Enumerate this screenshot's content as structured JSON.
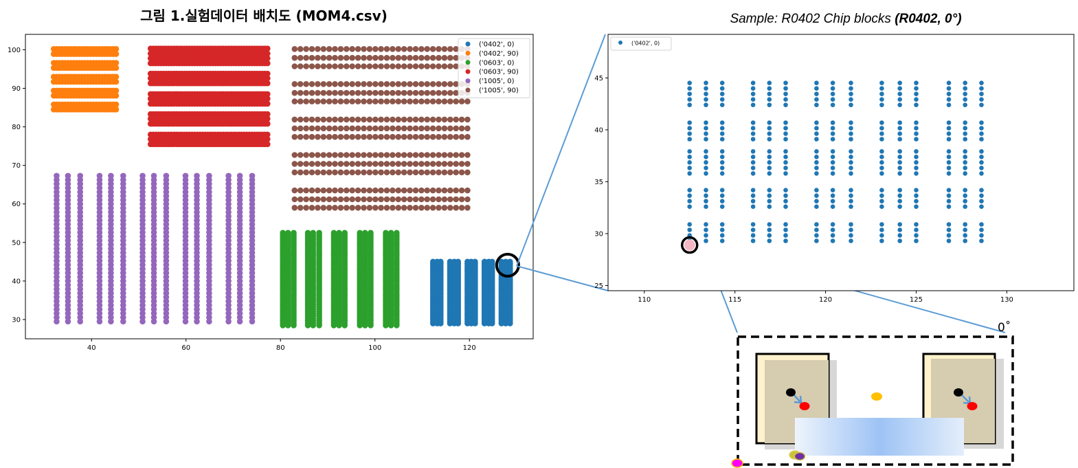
{
  "main_title": "그림 1.실험데이터 배치도 (MOM4.csv)",
  "sample_title": {
    "prefix": "Sample: R0402 Chip blocks ",
    "bold": "(R0402, 0°)"
  },
  "degree_label": "0˚",
  "colors": {
    "c0402_0": "#1f77b4",
    "c0402_90": "#ff7f0e",
    "c0603_0": "#2ca02c",
    "c0603_90": "#d62728",
    "c1005_0": "#9467bd",
    "c1005_90": "#8c564b",
    "callout_line": "#5b9bd5",
    "highlight_marker": "#f4b6c2"
  },
  "chart_data": [
    {
      "type": "scatter",
      "title": "그림 1.실험데이터 배치도 (MOM4.csv)",
      "xlim": [
        26,
        133.5
      ],
      "ylim": [
        25,
        104
      ],
      "xticks": [
        40,
        60,
        80,
        100,
        120
      ],
      "yticks": [
        30,
        40,
        50,
        60,
        70,
        80,
        90,
        100
      ],
      "legend_position": "top-right",
      "series": [
        {
          "name": "('0402', 0)",
          "color": "#1f77b4",
          "columns": [
            112.3,
            113.2,
            113.9,
            115.9,
            116.8,
            117.6,
            119.6,
            120.4,
            121.2,
            123.2,
            124.1,
            124.8,
            126.8,
            127.7,
            128.6
          ],
          "y_range": [
            29,
            45
          ],
          "y_step": 0.5
        },
        {
          "name": "('0402', 90)",
          "color": "#ff7f0e",
          "x_range": [
            32,
            45.5
          ],
          "x_step": 0.6,
          "rows": [
            84.5,
            85.8,
            88.1,
            89.4,
            91.7,
            93.0,
            95.3,
            96.6,
            98.9,
            100.2
          ]
        },
        {
          "name": "('0603', 0)",
          "color": "#2ca02c",
          "columns": [
            80.5,
            81.6,
            82.8,
            85.8,
            86.9,
            88.2,
            91.3,
            92.4,
            93.6,
            96.8,
            97.9,
            99.1,
            102.3,
            103.4,
            104.6
          ],
          "y_range": [
            28.5,
            52.5
          ],
          "y_step": 0.6
        },
        {
          "name": "('0603', 90)",
          "color": "#d62728",
          "x_range": [
            52.5,
            77.5
          ],
          "x_step": 0.55,
          "rows": [
            75.5,
            76.8,
            78.0,
            80.8,
            82.1,
            83.3,
            86.0,
            87.3,
            88.5,
            91.3,
            92.6,
            93.8,
            96.5,
            97.8,
            99.0,
            100.3
          ]
        },
        {
          "name": "('1005', 0)",
          "color": "#9467bd",
          "columns": [
            32.6,
            35.0,
            37.6,
            41.7,
            44.1,
            46.7,
            50.8,
            53.2,
            55.8,
            59.9,
            62.3,
            64.9,
            69.0,
            71.4,
            74.0
          ],
          "y_range": [
            29.5,
            67.5
          ],
          "y_step": 1.05
        },
        {
          "name": "('1005', 90)",
          "color": "#8c564b",
          "x_range": [
            83,
            120.5
          ],
          "x_step": 1.22,
          "rows": [
            59.0,
            61.2,
            63.5,
            68.2,
            70.4,
            72.7,
            77.4,
            79.6,
            81.9,
            86.6,
            88.8,
            91.1,
            95.7,
            97.9,
            100.2
          ]
        }
      ],
      "highlight": {
        "x": 128.1,
        "y": 44.1
      }
    },
    {
      "type": "scatter",
      "title": "Sample: R0402 Chip blocks (R0402, 0°)",
      "xlim": [
        108,
        133.7
      ],
      "ylim": [
        24.5,
        49.2
      ],
      "xticks": [
        110,
        115,
        120,
        125,
        130
      ],
      "yticks": [
        25,
        30,
        35,
        40,
        45
      ],
      "legend_position": "top-left",
      "series": [
        {
          "name": "('0402', 0)",
          "color": "#1f77b4",
          "columns": [
            112.5,
            113.4,
            114.3,
            116.0,
            116.9,
            117.8,
            119.5,
            120.4,
            121.4,
            123.1,
            124.1,
            125.0,
            126.8,
            127.7,
            128.6
          ],
          "groups": [
            [
              29.3,
              31.4
            ],
            [
              32.6,
              34.7
            ],
            [
              35.8,
              38.0
            ],
            [
              39.1,
              41.2
            ],
            [
              42.4,
              44.6
            ]
          ],
          "y_step": 0.53
        }
      ],
      "highlight": {
        "x": 112.5,
        "y": 28.9
      }
    }
  ],
  "diagram": {
    "dots": [
      {
        "name": "pad-left-origin-dot",
        "color": "#000000"
      },
      {
        "name": "pad-left-offset-dot",
        "color": "#ff0000"
      },
      {
        "name": "chip-center-dot",
        "color": "#ffc000"
      },
      {
        "name": "pad-right-origin-dot",
        "color": "#000000"
      },
      {
        "name": "pad-right-offset-dot",
        "color": "#ff0000"
      },
      {
        "name": "bottom-yellow-dot",
        "color": "#c9c23a"
      },
      {
        "name": "bottom-purple-dot",
        "color": "#7030a0"
      },
      {
        "name": "corner-magenta-dot",
        "color": "#ff00ff"
      }
    ]
  }
}
